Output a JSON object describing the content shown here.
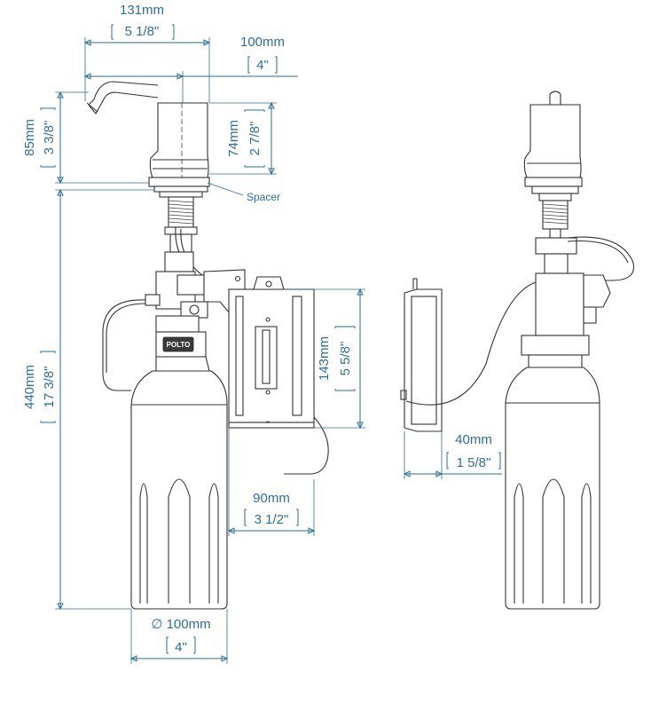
{
  "colors": {
    "dimension": "#2b6f9c",
    "outline": "#333333"
  },
  "dimensions": {
    "spout_length": {
      "metric": "131mm",
      "imperial": "5 1/8\""
    },
    "head_reach": {
      "metric": "100mm",
      "imperial": "4\""
    },
    "head_height_total": {
      "metric": "85mm",
      "imperial": "3 3/8\""
    },
    "head_height_body": {
      "metric": "74mm",
      "imperial": "2 7/8\""
    },
    "overall_height": {
      "metric": "440mm",
      "imperial": "17 3/8\""
    },
    "control_box_height": {
      "metric": "143mm",
      "imperial": "5 5/8\""
    },
    "control_box_width": {
      "metric": "90mm",
      "imperial": "3 1/2\""
    },
    "control_box_depth": {
      "metric": "40mm",
      "imperial": "1 5/8\""
    },
    "bottle_diameter": {
      "metric": "∅ 100mm",
      "imperial": "4\""
    }
  },
  "labels": {
    "spacer": "Spacer",
    "logo": "POLTO"
  },
  "icons": [
    "diameter-symbol"
  ]
}
